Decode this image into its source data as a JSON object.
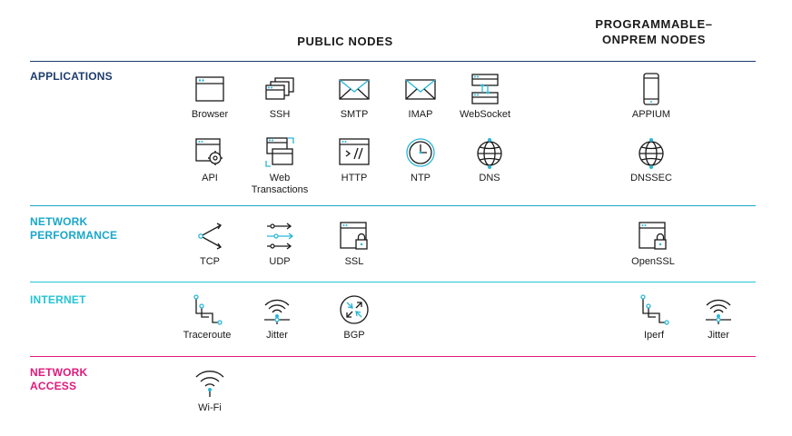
{
  "headers": {
    "public": "PUBLIC NODES",
    "programmable_line1": "PROGRAMMABLE–",
    "programmable_line2": "ONPREM NODES"
  },
  "colors": {
    "applications": "#1d3b6e",
    "network_performance": "#1aa7c9",
    "internet": "#24c4d6",
    "network_access": "#e0197b",
    "icon_stroke": "#1a1a1a",
    "icon_accent": "#29b6d6"
  },
  "sections": {
    "applications": {
      "title": "APPLICATIONS",
      "public": [
        {
          "label": "Browser",
          "icon": "browser-icon"
        },
        {
          "label": "SSH",
          "icon": "ssh-icon"
        },
        {
          "label": "SMTP",
          "icon": "envelope-icon"
        },
        {
          "label": "IMAP",
          "icon": "envelope-icon"
        },
        {
          "label": "WebSocket",
          "icon": "websocket-icon"
        },
        {
          "label": "API",
          "icon": "api-icon"
        },
        {
          "label": "Web",
          "label2": "Transactions",
          "icon": "web-transactions-icon"
        },
        {
          "label": "HTTP",
          "icon": "http-icon"
        },
        {
          "label": "NTP",
          "icon": "clock-icon"
        },
        {
          "label": "DNS",
          "icon": "globe-icon"
        }
      ],
      "onprem": [
        {
          "label": "APPIUM",
          "icon": "mobile-icon"
        },
        {
          "label": "DNSSEC",
          "icon": "globe-icon"
        }
      ]
    },
    "network_performance": {
      "title_line1": "NETWORK",
      "title_line2": "PERFORMANCE",
      "public": [
        {
          "label": "TCP",
          "icon": "tcp-icon"
        },
        {
          "label": "UDP",
          "icon": "udp-icon"
        },
        {
          "label": "SSL",
          "icon": "lock-window-icon"
        }
      ],
      "onprem": [
        {
          "label": "OpenSSL",
          "icon": "lock-window-icon"
        }
      ]
    },
    "internet": {
      "title": "INTERNET",
      "public": [
        {
          "label": "Traceroute",
          "icon": "traceroute-icon"
        },
        {
          "label": "Jitter",
          "icon": "signal-icon"
        },
        {
          "label": "BGP",
          "icon": "bgp-icon"
        }
      ],
      "onprem": [
        {
          "label": "Iperf",
          "icon": "traceroute-icon"
        },
        {
          "label": "Jitter",
          "icon": "signal-icon"
        }
      ]
    },
    "network_access": {
      "title_line1": "NETWORK",
      "title_line2": "ACCESS",
      "public": [
        {
          "label": "Wi-Fi",
          "icon": "wifi-icon"
        }
      ]
    }
  }
}
